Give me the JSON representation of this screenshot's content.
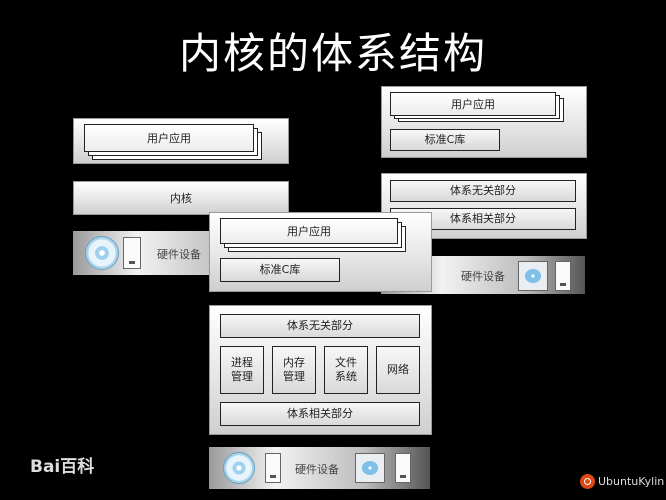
{
  "title": "内核的体系结构",
  "labels": {
    "user_app": "用户应用",
    "kernel": "内核",
    "hardware": "硬件设备",
    "std_c_lib": "标准C库",
    "arch_independent": "体系无关部分",
    "arch_dependent": "体系相关部分",
    "process_mgmt": "进程\n管理",
    "memory_mgmt": "内存\n管理",
    "file_system": "文件\n系统",
    "network": "网络"
  },
  "logos": {
    "baidu": "Bai百科",
    "ubuntu": "UbuntuKylin"
  },
  "colors": {
    "background": "#000000",
    "title": "#ffffff",
    "ubuntu": "#dd4814"
  },
  "icons": [
    "cd-disc-icon",
    "hard-drive-icon",
    "printer-icon"
  ]
}
